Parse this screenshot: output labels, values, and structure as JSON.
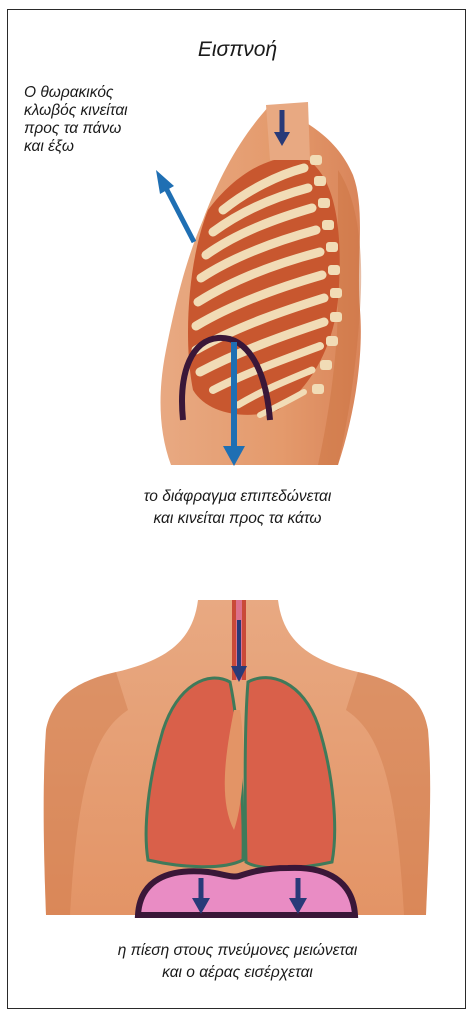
{
  "title": "Εισπνοή",
  "ribcage_label": {
    "lines": [
      "Ο θωρακικός",
      "κλωβός κινείται",
      "προς τα πάνω",
      "και έξω"
    ]
  },
  "diaphragm_caption": {
    "lines": [
      "το διάφραγμα επιπεδώνεται",
      "και κινείται προς τα κάτω"
    ]
  },
  "lungs_caption": {
    "lines": [
      "η πίεση στους πνεύμονες μειώνεται",
      "και ο αέρας εισέρχεται"
    ]
  },
  "colors": {
    "skin": "#e49a6c",
    "skin_shadow": "#c9703f",
    "rib": "#f1dcb6",
    "intercostal": "#c8572f",
    "lung": "#d9604a",
    "lung_outline": "#3f7a5a",
    "diaphragm_dark": "#3a1738",
    "diaphragm_pink": "#e98cc4",
    "arrow_blue": "#1f6fb3",
    "arrow_dark": "#283a78"
  },
  "icons": [
    "arrow-down-icon",
    "arrow-up-left-icon"
  ]
}
